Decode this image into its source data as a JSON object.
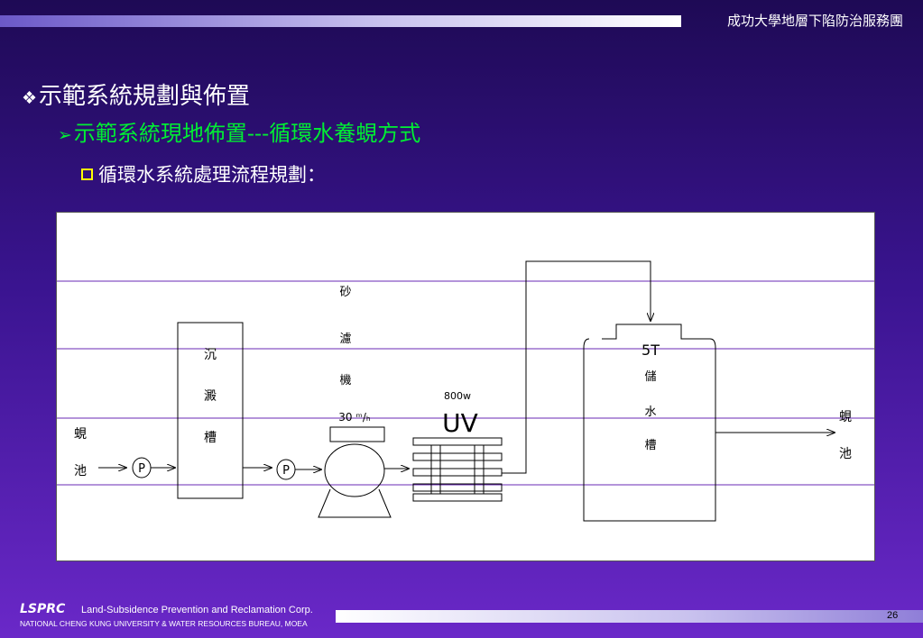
{
  "header": {
    "org": "成功大學地層下陷防治服務團"
  },
  "outline": {
    "level1": {
      "bullet": "❖",
      "text": "示範系統規劃與佈置"
    },
    "level2": {
      "bullet": "➢",
      "text": "示範系統現地佈置---循環水養蜆方式"
    },
    "level3": {
      "text": "循環水系統處理流程規劃："
    }
  },
  "diagram": {
    "pond_in": [
      "蜆",
      "池"
    ],
    "pump1": "P",
    "settle_tank": [
      "沉",
      "澱",
      "槽"
    ],
    "pump2": "P",
    "sand_filter": [
      "砂",
      "濾",
      "機"
    ],
    "filter_size": "30 ᵐ/ₕ",
    "uv_power": "800w",
    "uv_label": "UV",
    "storage_cap": "5T",
    "storage_tank": [
      "儲",
      "水",
      "槽"
    ],
    "pond_out": [
      "蜆",
      "池"
    ]
  },
  "footer": {
    "abbr": "LSPRC",
    "corp": "Land-Subsidence Prevention and Reclamation Corp.",
    "univ": "NATIONAL CHENG KUNG UNIVERSITY & WATER RESOURCES BUREAU, MOEA",
    "page": "26"
  },
  "colors": {
    "green_heading": "#00ee33",
    "checkbox": "#ffff00",
    "guide_line": "#6a2ab4"
  }
}
